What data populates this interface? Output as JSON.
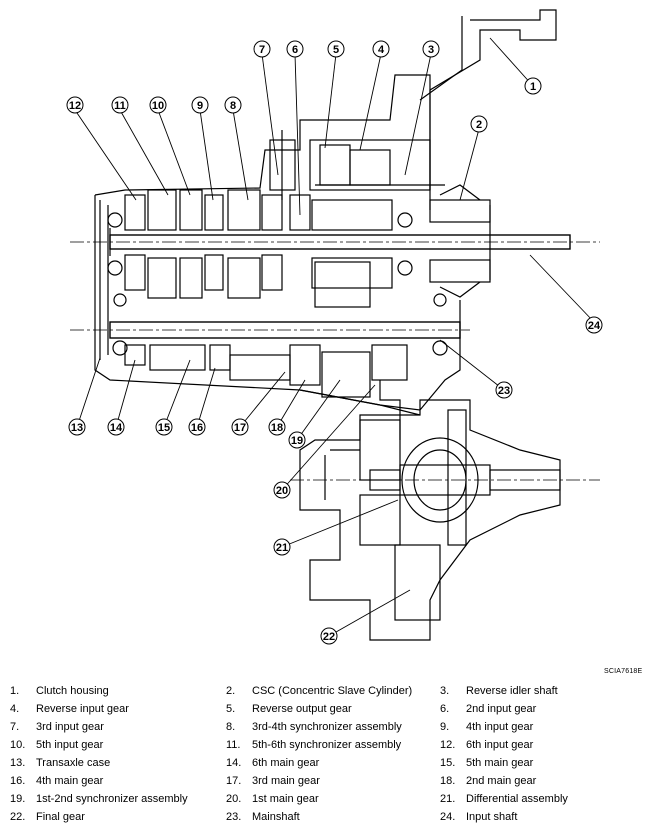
{
  "diagram": {
    "code": "SCIA7618E",
    "callouts": [
      {
        "n": "1"
      },
      {
        "n": "2"
      },
      {
        "n": "3"
      },
      {
        "n": "4"
      },
      {
        "n": "5"
      },
      {
        "n": "6"
      },
      {
        "n": "7"
      },
      {
        "n": "8"
      },
      {
        "n": "9"
      },
      {
        "n": "10"
      },
      {
        "n": "11"
      },
      {
        "n": "12"
      },
      {
        "n": "13"
      },
      {
        "n": "14"
      },
      {
        "n": "15"
      },
      {
        "n": "16"
      },
      {
        "n": "17"
      },
      {
        "n": "18"
      },
      {
        "n": "19"
      },
      {
        "n": "20"
      },
      {
        "n": "21"
      },
      {
        "n": "22"
      },
      {
        "n": "23"
      },
      {
        "n": "24"
      }
    ]
  },
  "legend": [
    {
      "num": "1.",
      "label": "Clutch housing"
    },
    {
      "num": "2.",
      "label": "CSC (Concentric Slave Cylinder)"
    },
    {
      "num": "3.",
      "label": "Reverse idler shaft"
    },
    {
      "num": "4.",
      "label": "Reverse input gear"
    },
    {
      "num": "5.",
      "label": "Reverse output gear"
    },
    {
      "num": "6.",
      "label": "2nd input gear"
    },
    {
      "num": "7.",
      "label": "3rd input gear"
    },
    {
      "num": "8.",
      "label": "3rd-4th synchronizer assembly"
    },
    {
      "num": "9.",
      "label": "4th input gear"
    },
    {
      "num": "10.",
      "label": "5th input gear"
    },
    {
      "num": "11.",
      "label": "5th-6th synchronizer assembly"
    },
    {
      "num": "12.",
      "label": "6th input gear"
    },
    {
      "num": "13.",
      "label": "Transaxle case"
    },
    {
      "num": "14.",
      "label": "6th main gear"
    },
    {
      "num": "15.",
      "label": "5th main gear"
    },
    {
      "num": "16.",
      "label": "4th main gear"
    },
    {
      "num": "17.",
      "label": "3rd main gear"
    },
    {
      "num": "18.",
      "label": "2nd main gear"
    },
    {
      "num": "19.",
      "label": "1st-2nd synchronizer assembly"
    },
    {
      "num": "20.",
      "label": "1st main gear"
    },
    {
      "num": "21.",
      "label": "Differential assembly"
    },
    {
      "num": "22.",
      "label": "Final gear"
    },
    {
      "num": "23.",
      "label": "Mainshaft"
    },
    {
      "num": "24.",
      "label": "Input shaft"
    }
  ]
}
